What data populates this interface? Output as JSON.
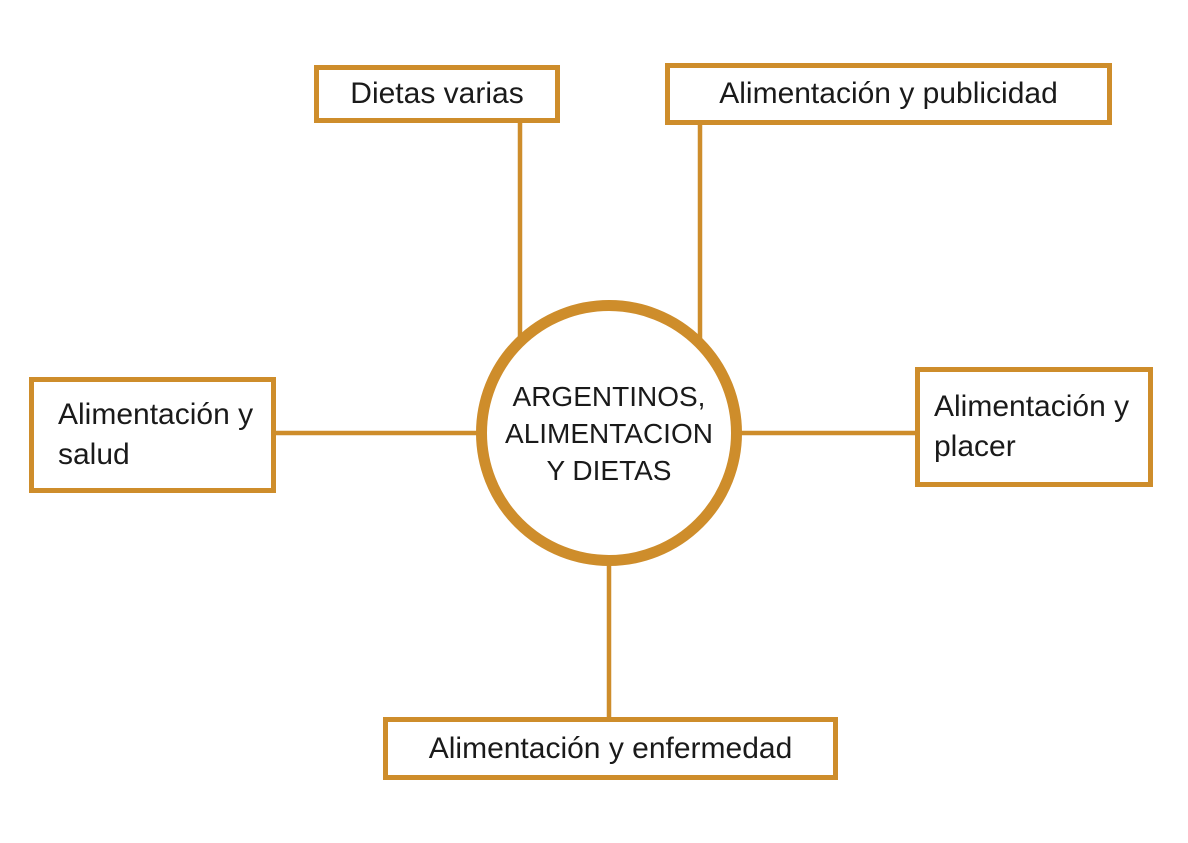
{
  "diagram": {
    "type": "concept-map",
    "center": {
      "lines": [
        "ARGENTINOS,",
        "ALIMENTACION",
        "Y DIETAS"
      ],
      "label": "ARGENTINOS, ALIMENTACION Y DIETAS"
    },
    "nodes": [
      {
        "id": "dietas-varias",
        "label": "Dietas varias",
        "position": "top-left"
      },
      {
        "id": "alimentacion-publicidad",
        "label": "Alimentación y publicidad",
        "position": "top-right"
      },
      {
        "id": "alimentacion-salud",
        "label": "Alimentación y salud",
        "position": "left"
      },
      {
        "id": "alimentacion-placer",
        "label": "Alimentación y placer",
        "position": "right"
      },
      {
        "id": "alimentacion-enfermedad",
        "label": "Alimentación y enfermedad",
        "position": "bottom"
      }
    ],
    "colors": {
      "accent": "#CE8D2B",
      "text": "#1a1a1a",
      "background": "#ffffff"
    }
  }
}
